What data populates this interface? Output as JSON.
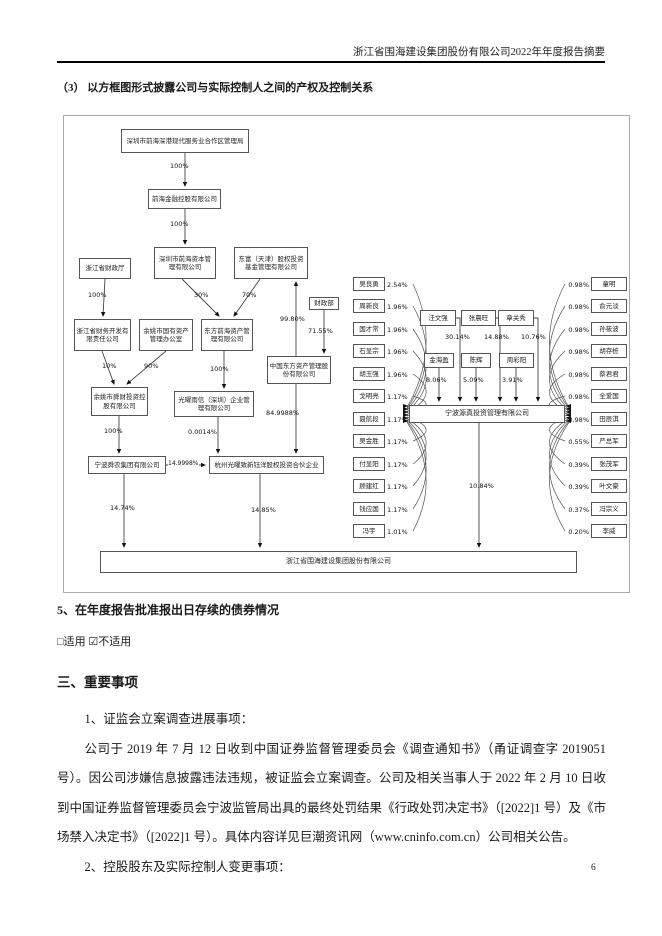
{
  "header": {
    "title": "浙江省围海建设集团股份有限公司2022年年度报告摘要"
  },
  "diagram_section": {
    "heading": "（3） 以方框图形式披露公司与实际控制人之间的产权及控制关系"
  },
  "diagram": {
    "boxes": {
      "authority": "深圳市前海深港现代服务业合作区管理局",
      "qianhai_holding": "前海金融控股有限公司",
      "qianhai_capital": "深圳市前海资本管理有限公司",
      "dongfu_tianjin": "东富（天津）股权投资基金管理有限公司",
      "zhejiang_finance_dept": "浙江省财政厅",
      "zhejiang_finance_dev": "浙江省财务开发有限责任公司",
      "yuyao_state_assets": "余姚市国有资产管理办公室",
      "dongfang_qianhai": "东方前海资产管理有限公司",
      "ministry_of_finance": "财政部",
      "china_orient_amc": "中国东方资产管理股份有限公司",
      "yuyao_shuncai": "余姚市舜财投资控股有限公司",
      "guangyao_yuxin": "光曜雨信（深圳）企业管理有限公司",
      "ningbo_shunnong": "宁波舜农集团有限公司",
      "hangzhou_guangyao_lp": "杭州光曜致新钰洋股权投资合伙企业",
      "ningbo_yuanzhen": "宁波源真投资管理有限公司",
      "listed_company": "浙江省围海建设集团股份有限公司"
    },
    "edges": {
      "authority_qhholding": "100%",
      "qhholding_qhcapital": "100%",
      "qhcapital_dfqianhai": "30%",
      "dongfu_dfqianhai": "70%",
      "zjcz_zjfindev": "100%",
      "orient_dongfu": "99.80%",
      "mof_orient": "71.55%",
      "zjfindev_shuncai": "10%",
      "sasac_shuncai": "90%",
      "dfqianhai_guangyao": "100%",
      "shuncai_shunnong": "100%",
      "guangyao_lp": "0.0014%",
      "orient_lp": "84.9988%",
      "shunnong_lp": "14.9998%",
      "shunnong_listco": "14.74%",
      "lp_listco": "14.85%",
      "yuanzhen_listco": "10.84%"
    },
    "top_shareholders": [
      {
        "name": "汪文强",
        "pct": "30.14%"
      },
      {
        "name": "张晨旺",
        "pct": "14.88%"
      },
      {
        "name": "章关秀",
        "pct": "10.76%"
      }
    ],
    "mid_shareholders": [
      {
        "name": "金海盈",
        "pct": "8.06%"
      },
      {
        "name": "陈辉",
        "pct": "5.09%"
      },
      {
        "name": "周彩阳",
        "pct": "3.91%"
      }
    ],
    "left_shareholders": [
      {
        "name": "吴良勇",
        "pct": "2.54%"
      },
      {
        "name": "周新良",
        "pct": "1.96%"
      },
      {
        "name": "国才常",
        "pct": "1.96%"
      },
      {
        "name": "石显宗",
        "pct": "1.96%"
      },
      {
        "name": "胡玉强",
        "pct": "1.96%"
      },
      {
        "name": "戈明亮",
        "pct": "1.17%"
      },
      {
        "name": "聂航段",
        "pct": "1.17%"
      },
      {
        "name": "吴金胜",
        "pct": "1.17%"
      },
      {
        "name": "付显阳",
        "pct": "1.17%"
      },
      {
        "name": "顾建红",
        "pct": "1.17%"
      },
      {
        "name": "钱应国",
        "pct": "1.17%"
      },
      {
        "name": "冯宇",
        "pct": "1.01%"
      }
    ],
    "right_shareholders": [
      {
        "name": "童明",
        "pct": "0.98%"
      },
      {
        "name": "俞元淡",
        "pct": "0.98%"
      },
      {
        "name": "孙筱波",
        "pct": "0.98%"
      },
      {
        "name": "胡存桩",
        "pct": "0.98%"
      },
      {
        "name": "蔡君君",
        "pct": "0.98%"
      },
      {
        "name": "全爱国",
        "pct": "0.98%"
      },
      {
        "name": "田辰淇",
        "pct": "0.98%"
      },
      {
        "name": "严总军",
        "pct": "0.55%"
      },
      {
        "name": "张茂军",
        "pct": "0.39%"
      },
      {
        "name": "叶文豪",
        "pct": "0.39%"
      },
      {
        "name": "冯宗义",
        "pct": "0.37%"
      },
      {
        "name": "李威",
        "pct": "0.20%"
      }
    ]
  },
  "bond_section": {
    "heading": "5、在年度报告批准报出日存续的债券情况",
    "applicable": "□适用 ☑不适用"
  },
  "major_events": {
    "heading": "三、重要事项",
    "item1_title": "1、证监会立案调查进展事项：",
    "item1_body": "公司于 2019 年 7 月 12 日收到中国证券监督管理委员会《调查通知书》（甬证调查字 2019051 号）。因公司涉嫌信息披露违法违规，被证监会立案调查。公司及相关当事人于 2022 年 2 月 10 日收到中国证券监督管理委员会宁波监管局出具的最终处罚结果《行政处罚决定书》（[2022]1 号）及《市场禁入决定书》（[2022]1 号）。具体内容详见巨潮资讯网（www.cninfo.com.cn）公司相关公告。",
    "item2_title": "2、控股股东及实际控制人变更事项："
  },
  "footer": {
    "page_number": "6"
  }
}
